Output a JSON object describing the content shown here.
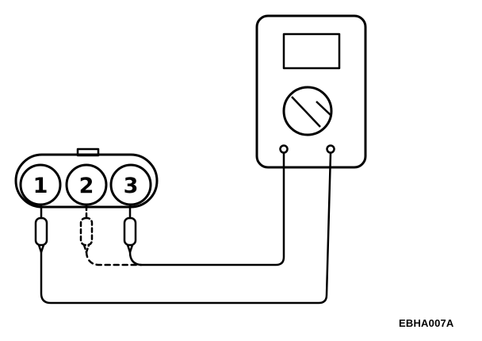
{
  "connector": {
    "pins": [
      {
        "label": "1"
      },
      {
        "label": "2"
      },
      {
        "label": "3"
      }
    ]
  },
  "figure_code": "EBHA007A",
  "colors": {
    "line": "#000000",
    "background": "#ffffff"
  }
}
